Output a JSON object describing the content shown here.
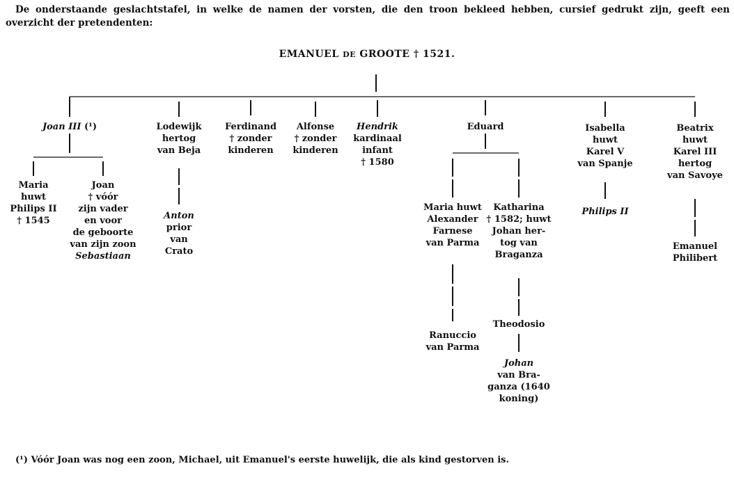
{
  "intro": "De onderstaande geslachtstafel, in welke de namen der vorsten, die den troon bekleed hebben, cursief gedrukt zijn, geeft een overzicht der pretendenten:",
  "root": {
    "name": "EMANUEL",
    "particle": "DE",
    "epithet": "GROOTE",
    "date": "† 1521."
  },
  "children": {
    "joan3": {
      "name": "Joan",
      "roman": "III",
      "note": "(¹)"
    },
    "lodewijk": [
      "Lodewijk",
      "hertog",
      "van Beja"
    ],
    "ferdinand": [
      "Ferdinand",
      "† zonder",
      "kinderen"
    ],
    "alfonse": [
      "Alfonse",
      "† zonder",
      "kinderen"
    ],
    "hendrik": {
      "name": "Hendrik",
      "lines": [
        "kardinaal",
        "infant",
        "† 1580"
      ]
    },
    "eduard": [
      "Eduard"
    ],
    "isabella": [
      "Isabella",
      "huwt",
      "Karel V",
      "van Spanje"
    ],
    "beatrix": [
      "Beatrix",
      "huwt",
      "Karel III",
      "hertog",
      "van Savoye"
    ]
  },
  "grandchildren": {
    "maria_joan": [
      "Maria",
      "huwt",
      "Philips II",
      "† 1545"
    ],
    "joan_prince": {
      "lines": [
        "Joan",
        "† vóór",
        "zijn vader",
        "en voor",
        "de geboorte",
        "van zijn zoon"
      ],
      "son": "Sebastiaan"
    },
    "anton": {
      "name": "Anton",
      "lines": [
        "prior",
        "van",
        "Crato"
      ]
    },
    "maria_eduard": [
      "Maria huwt",
      "Alexander",
      "Farnese",
      "van Parma"
    ],
    "katharina": [
      "Katharina",
      "† 1582; huwt",
      "Johan her-",
      "tog van",
      "Braganza"
    ],
    "philips2": {
      "name": "Philips II"
    },
    "emanuel_philibert": [
      "Emanuel",
      "Philibert"
    ]
  },
  "further": {
    "ranuccio": [
      "Ranuccio",
      "van Parma"
    ],
    "theodosio": [
      "Theodosio"
    ],
    "johan": {
      "name": "Johan",
      "lines": [
        "van Bra-",
        "ganza (1640",
        "koning)"
      ]
    }
  },
  "footnote": "(¹) Vóór Joan was nog een zoon, Michael, uit Emanuel's eerste huwelijk, die als kind gestorven is."
}
